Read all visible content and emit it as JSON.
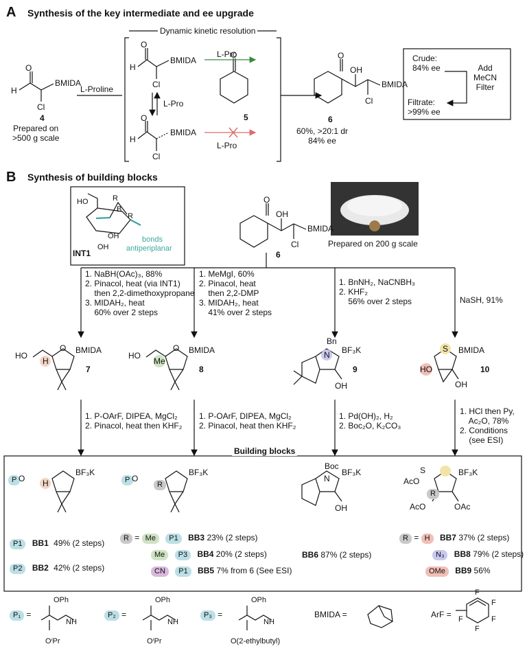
{
  "sectionA": {
    "letter": "A",
    "title": "Synthesis of the key intermediate and ee upgrade",
    "dkr": "Dynamic kinetic resolution",
    "bmida": "BMIDA",
    "cl": "Cl",
    "h": "H",
    "o": "O",
    "oh": "OH",
    "cmpd4": "4",
    "prep4": "Prepared on\n>500 g scale",
    "lproline": "L-Proline",
    "lpro": "L-Pro",
    "cmpd5": "5",
    "cmpd6": "6",
    "yield6": "60%, >20:1 dr\n84% ee",
    "crude": "Crude:\n84% ee",
    "addmecn": "Add\nMeCN\nFilter",
    "filtrate": "Filtrate:\n>99% ee"
  },
  "sectionB": {
    "letter": "B",
    "title": "Synthesis of building blocks",
    "int1": "INT1",
    "r": "R",
    "b": "B",
    "bonds": "bonds",
    "antiperiplanar": "antiperiplanar",
    "prepared200": "Prepared on 200 g scale",
    "route1": "1. NaBH(OAc)₃, 88%\n2. Pinacol, heat (via INT1)\n    then 2,2-dimethoxypropane\n3. MIDAH₂, heat\n    60% over 2 steps",
    "route2": "1. MeMgI, 60%\n2. Pinacol, heat\n    then 2,2-DMP\n3. MIDAH₂, heat\n    41% over 2 steps",
    "route3": "1. BnNH₂, NaCNBH₃\n2. KHF₂\n    56% over 2 steps",
    "route4": "NaSH, 91%",
    "cmpd7": "7",
    "cmpd8": "8",
    "cmpd9": "9",
    "cmpd10": "10",
    "bn": "Bn",
    "bf3k": "BF₃K",
    "me": "Me",
    "ho": "HO",
    "n": "N",
    "s": "S",
    "boc": "Boc",
    "step2a": "1. P-OArF, DIPEA, MgCl₂\n2. Pinacol, heat then KHF₂",
    "step2b": "1. P-OArF, DIPEA, MgCl₂\n2. Pinacol, heat then KHF₂",
    "step2c": "1. Pd(OH)₂, H₂\n2. Boc₂O, K₂CO₃",
    "step2d": "1. HCl then Py,\n    Ac₂O, 78%\n2. Conditions\n    (see ESI)",
    "bbtitle": "Building blocks",
    "p": "P",
    "aco": "AcO",
    "oac": "OAc"
  },
  "blocks": [
    {
      "code": "P1",
      "name": "BB1",
      "yield": "49% (2 steps)"
    },
    {
      "code": "P2",
      "name": "BB2",
      "yield": "42% (2 steps)"
    },
    {
      "r": "Me",
      "code": "P1",
      "name": "BB3",
      "yield": "23% (2 steps)"
    },
    {
      "r": "Me",
      "code": "P3",
      "name": "BB4",
      "yield": "20% (2 steps)"
    },
    {
      "r": "CN",
      "code": "P1",
      "name": "BB5",
      "yield": "7% from 6 (See ESI)"
    },
    {
      "name": "BB6",
      "yield": "87% (2 steps)"
    },
    {
      "r": "H",
      "name": "BB7",
      "yield": "37% (2 steps)"
    },
    {
      "r": "N₃",
      "name": "BB8",
      "yield": "79% (2 steps)"
    },
    {
      "r": "OMe",
      "name": "BB9",
      "yield": "56%"
    }
  ],
  "legend": {
    "p1": "P₁",
    "p2": "P₂",
    "p3": "P₃",
    "eq": "=",
    "r": "R",
    "oph": "OPh",
    "nh": "NH",
    "opr": "OⁱPr",
    "oet": "O(2-ethylbutyl)",
    "bmida": "BMIDA",
    "arf": "ArF",
    "f": "F"
  },
  "colors": {
    "green_arrow": "#3a8a3a",
    "red_arrow": "#e06a6a",
    "teal": "#3aa7a0"
  }
}
